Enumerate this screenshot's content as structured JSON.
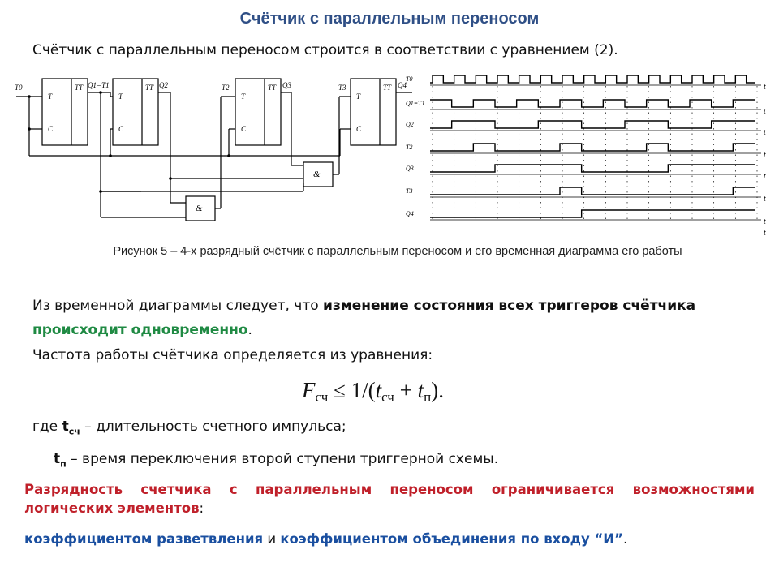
{
  "slide": {
    "title": "Счётчик с параллельным переносом",
    "intro": "Счётчик с параллельным переносом строится в соответствии с уравнением (2)."
  },
  "circuit": {
    "inputs": [
      "T0",
      "T1",
      "T2",
      "T3"
    ],
    "outputs": [
      "Q1=T1",
      "Q2",
      "Q3",
      "Q4"
    ],
    "trigger_label": "TT",
    "trigger_inputs": [
      "T",
      "C"
    ],
    "and_gate_label": "&"
  },
  "timing": {
    "signals": [
      "T0",
      "Q1=T1",
      "Q2",
      "T2",
      "Q3",
      "T3",
      "Q4"
    ],
    "axis_label": "t"
  },
  "figure": {
    "caption": "Рисунок 5 – 4-х разрядный счётчик с параллельным переносом и его временная диаграмма его работы"
  },
  "text": {
    "conclusion_lead": "Из временной диаграммы следует, что ",
    "conclusion_bold": "изменение состояния всех триггеров счётчика",
    "conclusion_green": "происходит одновременно",
    "conclusion_end": ".",
    "frequency": "Частота работы счётчика определяется из уравнения:",
    "formula": {
      "f": "F",
      "f_sub": "сч",
      "rel": "≤ 1/(",
      "t1": "t",
      "t1_sub": "сч",
      "plus": " + ",
      "t2": "t",
      "t2_sub": "п",
      "end": ")."
    },
    "tsch_prefix": "где ",
    "tsch_sym": "t",
    "tsch_sub": "сч",
    "tsch_def": " – длительность счетного импульса;",
    "tp_sym": "t",
    "tp_sub": "п",
    "tp_def": " – время переключения второй ступени триггерной схемы.",
    "limit_line1": "Разрядность счетчика с параллельным переносом ограничивается возможностями",
    "limit_line2": "логических элементов",
    "limit_colon": ":",
    "factor1": "коэффициентом разветвления",
    "and_word": " и ",
    "factor2": "коэффициентом объединения по входу “И”",
    "final_dot": "."
  },
  "colors": {
    "title": "#2f4f86",
    "green": "#1f8a43",
    "red": "#c0202a",
    "blue": "#1a4fa0"
  }
}
